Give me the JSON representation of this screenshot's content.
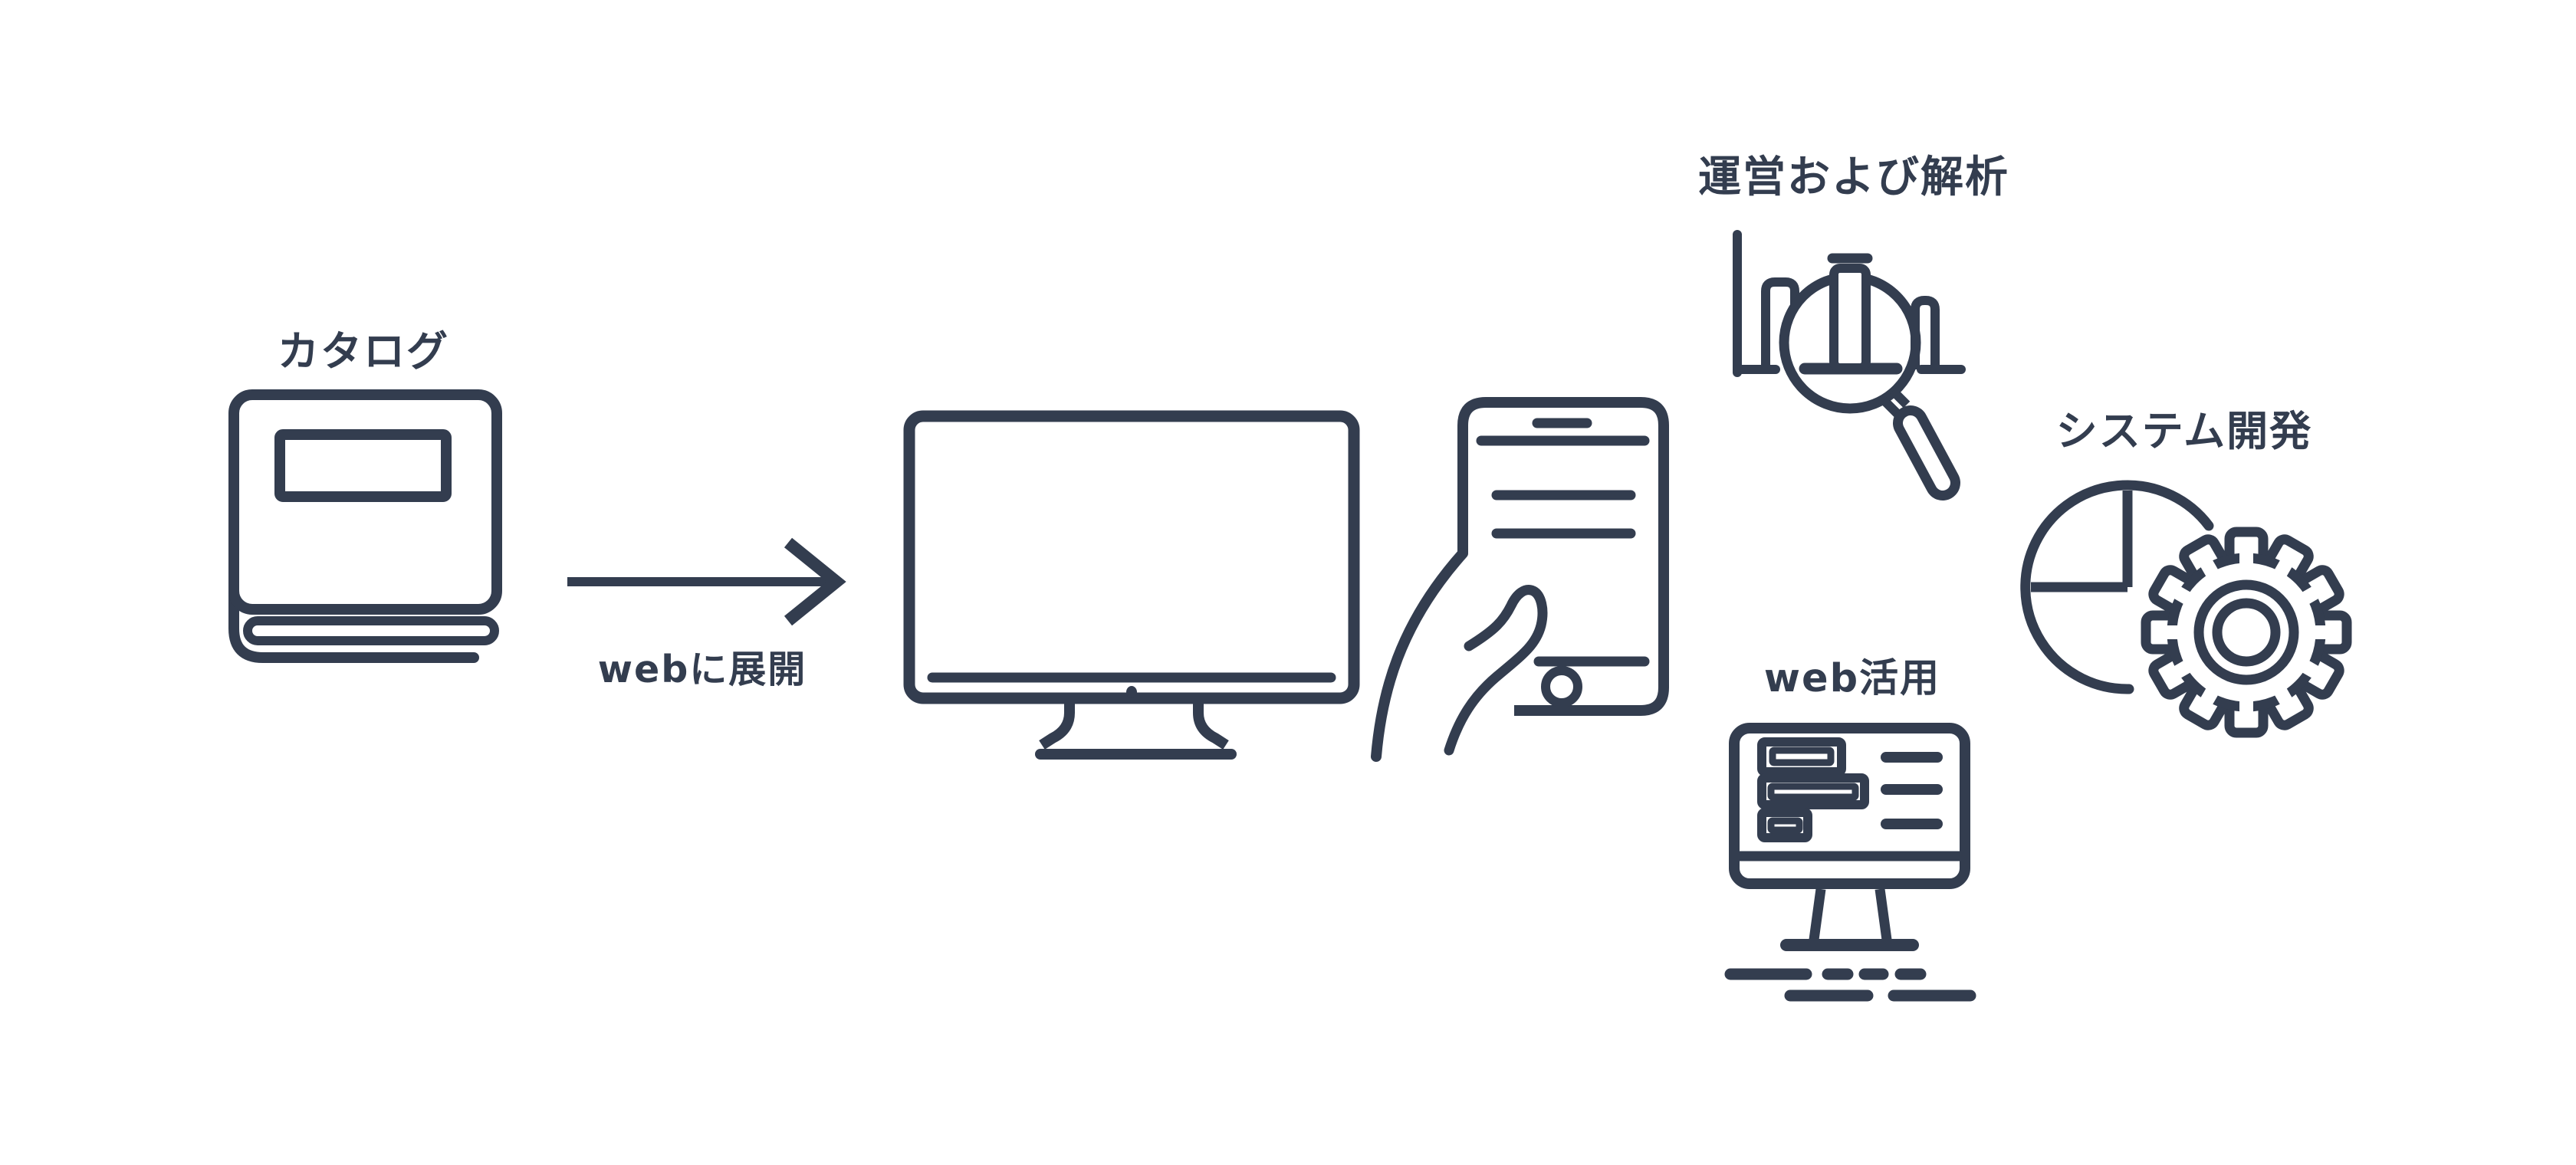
{
  "diagram_title": "",
  "colors": {
    "ink": "#333d4f",
    "background": "#ffffff"
  },
  "nodes": {
    "catalog": {
      "label": "カタログ",
      "icon": "book-icon"
    },
    "deploy_arrow": {
      "label": "webに展開",
      "icon": "arrow-right-icon"
    },
    "web_devices": {
      "label": "",
      "icons": [
        "desktop-monitor-icon",
        "hand-smartphone-icon"
      ]
    },
    "operation_analysis": {
      "label": "運営および解析",
      "icon": "analytics-magnifier-icon"
    },
    "system_development": {
      "label": "システム開発",
      "icon": "pie-chart-gear-icon"
    },
    "web_utilization": {
      "label": "web活用",
      "icon": "web-monitor-icon"
    }
  }
}
